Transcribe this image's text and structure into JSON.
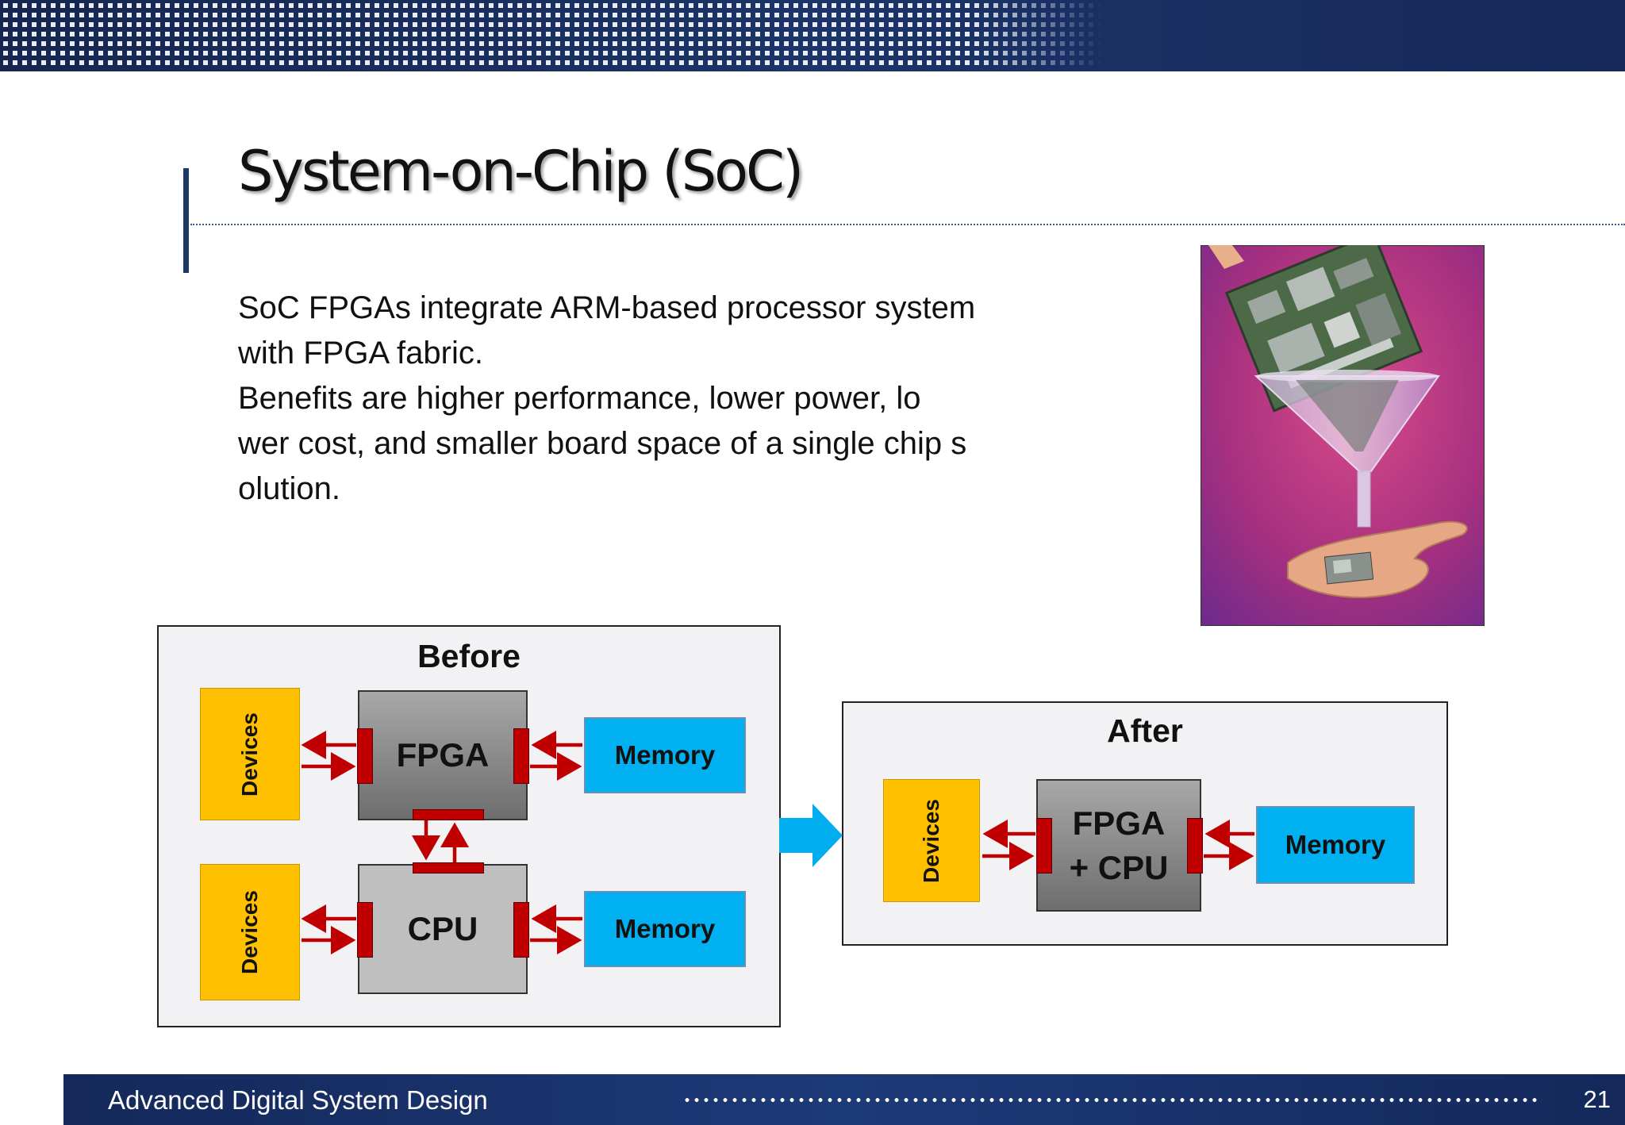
{
  "slide": {
    "title": "System-on-Chip (SoC)",
    "body_lines": [
      "SoC FPGAs integrate ARM-based processor system",
      "with FPGA fabric.",
      "Benefits are higher performance, lower power,  lo",
      "wer cost, and smaller board space of a single chip s",
      "olution."
    ]
  },
  "diagram": {
    "before": {
      "title": "Before",
      "devices_top": "Devices",
      "devices_bottom": "Devices",
      "fpga": "FPGA",
      "cpu": "CPU",
      "memory_top": "Memory",
      "memory_bottom": "Memory"
    },
    "after": {
      "title": "After",
      "devices": "Devices",
      "fpga_cpu_line1": "FPGA",
      "fpga_cpu_line2": "+ CPU",
      "memory": "Memory"
    }
  },
  "footer": {
    "course_title": "Advanced Digital System Design",
    "page_number": "21"
  },
  "colors": {
    "header_navy": "#14285a",
    "devices_yellow": "#ffc000",
    "memory_blue": "#00b0f0",
    "connector_red": "#c00000",
    "transition_arrow": "#00aeef",
    "photo_background": "#b0327e"
  },
  "images": {
    "photo": "photo-of-circuit-board-poured-through-funnel-into-palm-as-small-chip"
  }
}
